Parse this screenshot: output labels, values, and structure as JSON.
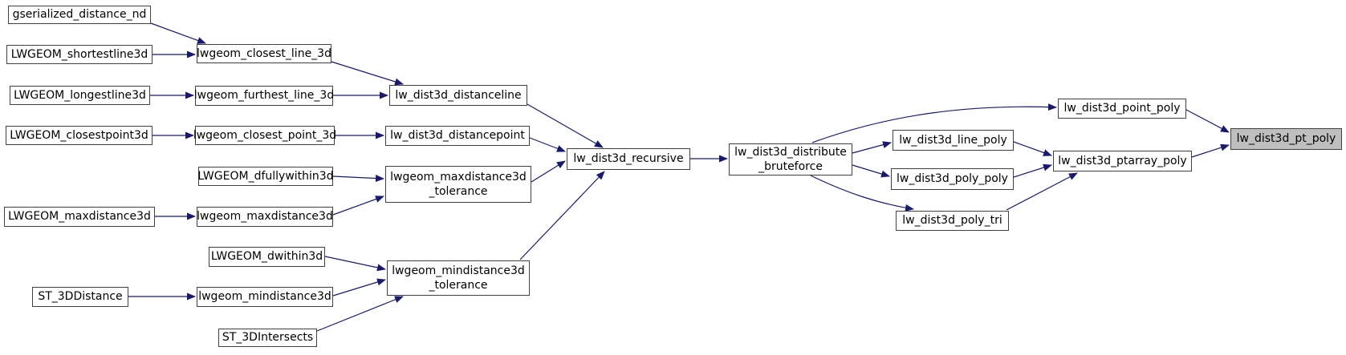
{
  "diagram": {
    "kind": "call-graph",
    "highlighted_node": "lw_dist3d_pt_poly",
    "colors": {
      "edge": "#191970",
      "node_border": "#404040",
      "node_fill": "#ffffff",
      "highlight_fill": "#bfbfbf",
      "text": "#000000",
      "background": "#ffffff"
    },
    "nodes": [
      {
        "id": "gserialized_distance_nd",
        "lines": [
          "gserialized_distance_nd"
        ]
      },
      {
        "id": "LWGEOM_shortestline3d",
        "lines": [
          "LWGEOM_shortestline3d"
        ]
      },
      {
        "id": "LWGEOM_longestline3d",
        "lines": [
          "LWGEOM_longestline3d"
        ]
      },
      {
        "id": "LWGEOM_closestpoint3d",
        "lines": [
          "LWGEOM_closestpoint3d"
        ]
      },
      {
        "id": "LWGEOM_dfullywithin3d",
        "lines": [
          "LWGEOM_dfullywithin3d"
        ]
      },
      {
        "id": "LWGEOM_maxdistance3d",
        "lines": [
          "LWGEOM_maxdistance3d"
        ]
      },
      {
        "id": "LWGEOM_dwithin3d",
        "lines": [
          "LWGEOM_dwithin3d"
        ]
      },
      {
        "id": "ST_3DDistance",
        "lines": [
          "ST_3DDistance"
        ]
      },
      {
        "id": "ST_3DIntersects",
        "lines": [
          "ST_3DIntersects"
        ]
      },
      {
        "id": "lwgeom_closest_line_3d",
        "lines": [
          "lwgeom_closest_line_3d"
        ]
      },
      {
        "id": "lwgeom_furthest_line_3d",
        "lines": [
          "lwgeom_furthest_line_3d"
        ]
      },
      {
        "id": "lwgeom_closest_point_3d",
        "lines": [
          "lwgeom_closest_point_3d"
        ]
      },
      {
        "id": "lwgeom_maxdistance3d",
        "lines": [
          "lwgeom_maxdistance3d"
        ]
      },
      {
        "id": "lwgeom_mindistance3d",
        "lines": [
          "lwgeom_mindistance3d"
        ]
      },
      {
        "id": "lw_dist3d_distanceline",
        "lines": [
          "lw_dist3d_distanceline"
        ]
      },
      {
        "id": "lw_dist3d_distancepoint",
        "lines": [
          "lw_dist3d_distancepoint"
        ]
      },
      {
        "id": "lwgeom_maxdistance3d_tolerance",
        "lines": [
          "lwgeom_maxdistance3d",
          "_tolerance"
        ]
      },
      {
        "id": "lwgeom_mindistance3d_tolerance",
        "lines": [
          "lwgeom_mindistance3d",
          "_tolerance"
        ]
      },
      {
        "id": "lw_dist3d_recursive",
        "lines": [
          "lw_dist3d_recursive"
        ]
      },
      {
        "id": "lw_dist3d_distribute_bruteforce",
        "lines": [
          "lw_dist3d_distribute",
          "_bruteforce"
        ]
      },
      {
        "id": "lw_dist3d_point_poly",
        "lines": [
          "lw_dist3d_point_poly"
        ]
      },
      {
        "id": "lw_dist3d_line_poly",
        "lines": [
          "lw_dist3d_line_poly"
        ]
      },
      {
        "id": "lw_dist3d_poly_poly",
        "lines": [
          "lw_dist3d_poly_poly"
        ]
      },
      {
        "id": "lw_dist3d_poly_tri",
        "lines": [
          "lw_dist3d_poly_tri"
        ]
      },
      {
        "id": "lw_dist3d_ptarray_poly",
        "lines": [
          "lw_dist3d_ptarray_poly"
        ]
      },
      {
        "id": "lw_dist3d_pt_poly",
        "lines": [
          "lw_dist3d_pt_poly"
        ]
      }
    ],
    "edges": [
      {
        "from": "gserialized_distance_nd",
        "to": "lwgeom_closest_line_3d"
      },
      {
        "from": "LWGEOM_shortestline3d",
        "to": "lwgeom_closest_line_3d"
      },
      {
        "from": "LWGEOM_longestline3d",
        "to": "lwgeom_furthest_line_3d"
      },
      {
        "from": "LWGEOM_closestpoint3d",
        "to": "lwgeom_closest_point_3d"
      },
      {
        "from": "LWGEOM_dfullywithin3d",
        "to": "lwgeom_maxdistance3d_tolerance"
      },
      {
        "from": "LWGEOM_maxdistance3d",
        "to": "lwgeom_maxdistance3d"
      },
      {
        "from": "LWGEOM_dwithin3d",
        "to": "lwgeom_mindistance3d_tolerance"
      },
      {
        "from": "ST_3DDistance",
        "to": "lwgeom_mindistance3d"
      },
      {
        "from": "ST_3DIntersects",
        "to": "lwgeom_mindistance3d_tolerance"
      },
      {
        "from": "lwgeom_closest_line_3d",
        "to": "lw_dist3d_distanceline"
      },
      {
        "from": "lwgeom_furthest_line_3d",
        "to": "lw_dist3d_distanceline"
      },
      {
        "from": "lwgeom_closest_point_3d",
        "to": "lw_dist3d_distancepoint"
      },
      {
        "from": "lwgeom_maxdistance3d",
        "to": "lwgeom_maxdistance3d_tolerance"
      },
      {
        "from": "lwgeom_mindistance3d",
        "to": "lwgeom_mindistance3d_tolerance"
      },
      {
        "from": "lw_dist3d_distanceline",
        "to": "lw_dist3d_recursive"
      },
      {
        "from": "lw_dist3d_distancepoint",
        "to": "lw_dist3d_recursive"
      },
      {
        "from": "lwgeom_maxdistance3d_tolerance",
        "to": "lw_dist3d_recursive"
      },
      {
        "from": "lwgeom_mindistance3d_tolerance",
        "to": "lw_dist3d_recursive"
      },
      {
        "from": "lw_dist3d_recursive",
        "to": "lw_dist3d_distribute_bruteforce"
      },
      {
        "from": "lw_dist3d_distribute_bruteforce",
        "to": "lw_dist3d_point_poly"
      },
      {
        "from": "lw_dist3d_distribute_bruteforce",
        "to": "lw_dist3d_line_poly"
      },
      {
        "from": "lw_dist3d_distribute_bruteforce",
        "to": "lw_dist3d_poly_poly"
      },
      {
        "from": "lw_dist3d_distribute_bruteforce",
        "to": "lw_dist3d_poly_tri"
      },
      {
        "from": "lw_dist3d_point_poly",
        "to": "lw_dist3d_pt_poly"
      },
      {
        "from": "lw_dist3d_line_poly",
        "to": "lw_dist3d_ptarray_poly"
      },
      {
        "from": "lw_dist3d_poly_poly",
        "to": "lw_dist3d_ptarray_poly"
      },
      {
        "from": "lw_dist3d_poly_tri",
        "to": "lw_dist3d_ptarray_poly"
      },
      {
        "from": "lw_dist3d_ptarray_poly",
        "to": "lw_dist3d_pt_poly"
      }
    ]
  }
}
